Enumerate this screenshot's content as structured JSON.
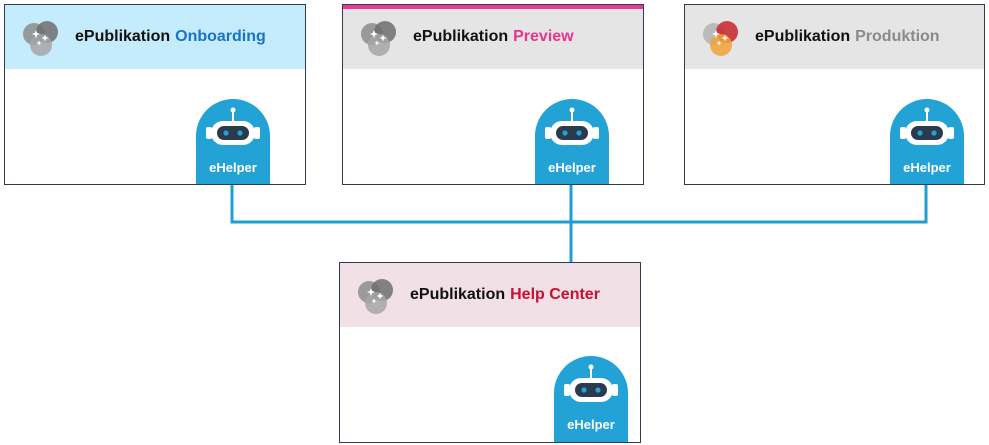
{
  "panels": [
    {
      "id": "onboarding",
      "brand": "ePublikation",
      "accent": "Onboarding",
      "accent_color": "#1a73c8",
      "header_bg": "#c5ecfc",
      "stripe_color": "",
      "logo_style": "gray",
      "bot_label": "eHelper"
    },
    {
      "id": "preview",
      "brand": "ePublikation",
      "accent": "Preview",
      "accent_color": "#e8348c",
      "header_bg": "#e5e5e5",
      "stripe_color": "#ee3a96",
      "logo_style": "gray",
      "bot_label": "eHelper"
    },
    {
      "id": "produktion",
      "brand": "ePublikation",
      "accent": "Produktion",
      "accent_color": "#8a8a8a",
      "header_bg": "#e5e5e5",
      "stripe_color": "",
      "logo_style": "color",
      "bot_label": "eHelper"
    },
    {
      "id": "helpcenter",
      "brand": "ePublikation",
      "accent": "Help Center",
      "accent_color": "#c8102e",
      "header_bg": "#f1e0e5",
      "stripe_color": "",
      "logo_style": "gray",
      "bot_label": "eHelper"
    }
  ],
  "colors": {
    "connector": "#1aa0d4",
    "bot_body": "#23a2d6",
    "bot_face": "#ffffff",
    "bot_eyes": "#2a3b4d",
    "panel_border": "#2f3d4f"
  },
  "icons": {
    "logo": "venn-circles-sparkle-icon",
    "bot": "robot-head-icon"
  }
}
